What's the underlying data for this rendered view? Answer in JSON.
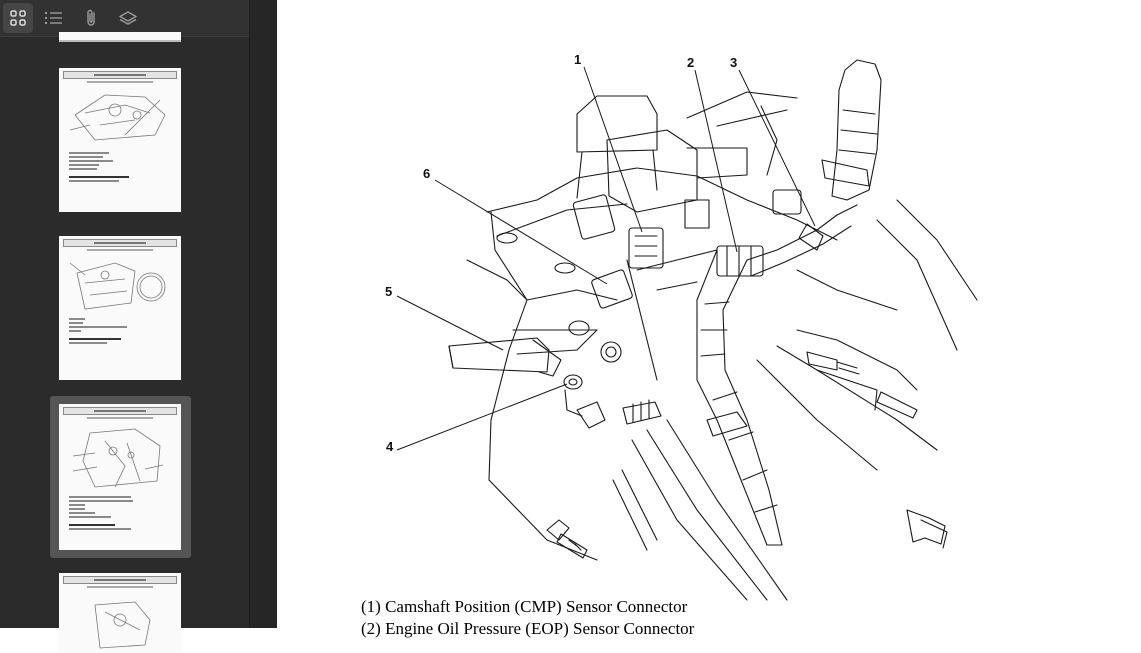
{
  "sidebar": {
    "toolbar": {
      "buttons": [
        {
          "id": "thumbnails",
          "icon": "grid-icon",
          "active": true
        },
        {
          "id": "outline",
          "icon": "list-icon",
          "active": false
        },
        {
          "id": "attachments",
          "icon": "paperclip-icon",
          "active": false
        },
        {
          "id": "layers",
          "icon": "layers-icon",
          "active": false
        }
      ]
    },
    "selected_thumbnail": 3
  },
  "document": {
    "figure": {
      "callouts": [
        "1",
        "2",
        "3",
        "4",
        "5",
        "6"
      ]
    },
    "captions": [
      "(1) Camshaft Position (CMP) Sensor Connector",
      "(2) Engine Oil Pressure (EOP) Sensor Connector"
    ]
  }
}
